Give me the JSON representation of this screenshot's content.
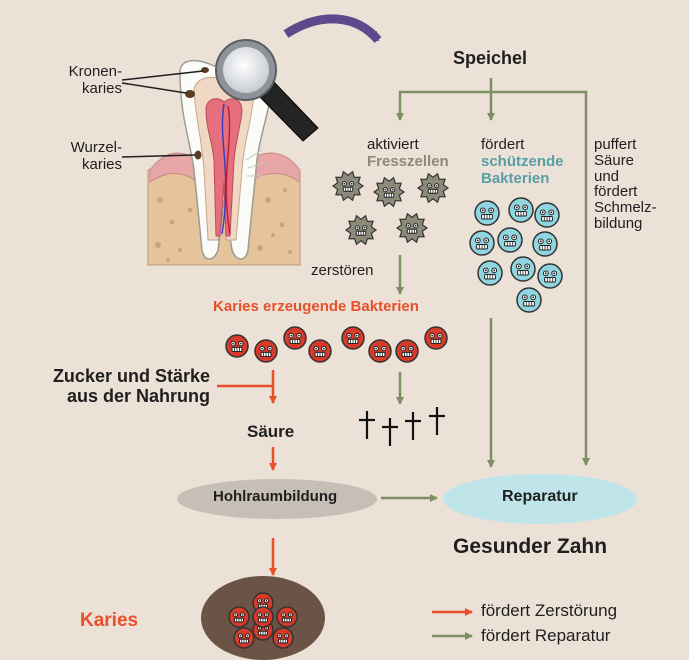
{
  "labels": {
    "kronen_karies": [
      "Kronen-",
      "karies"
    ],
    "wurzel_karies": [
      "Wurzel-",
      "karies"
    ],
    "speichel": "Speichel",
    "aktiviert": "aktiviert",
    "fresszellen": "Fresszellen",
    "foerdert": "fördert",
    "schuetzende_bakterien": [
      "schützende",
      "Bakterien"
    ],
    "puffert": [
      "puffert",
      "Säure",
      "und",
      "fördert",
      "Schmelz-",
      "bildung"
    ],
    "zerstoeren": "zerstören",
    "karies_bakterien": "Karies erzeugende Bakterien",
    "zucker": [
      "Zucker und Stärke",
      "aus der Nahrung"
    ],
    "saeure": "Säure",
    "hohlraumbildung": "Hohlraumbildung",
    "reparatur": "Reparatur",
    "gesunder_zahn": "Gesunder Zahn",
    "karies": "Karies",
    "legend_destruction": "fördert Zerstörung",
    "legend_repair": "fördert Reparatur"
  },
  "colors": {
    "background": "#ece1d7",
    "destruction_arrow": "#e8502a",
    "repair_arrow": "#7d9062",
    "karies_bacteria": "#d83a2a",
    "protective_bacteria": "#8fd6e0",
    "phagocytes": "#8c8a78",
    "hohlraum_ellipse": "#c7bfb5",
    "reparatur_ellipse": "#bfe5ea",
    "karies_ellipse": "#6b5446",
    "karies_text": "#e8502a",
    "fresszellen_text": "#8c8a78",
    "schuetzende_text": "#5a9ea7",
    "magnifier_arrow": "#5c4a8c"
  }
}
